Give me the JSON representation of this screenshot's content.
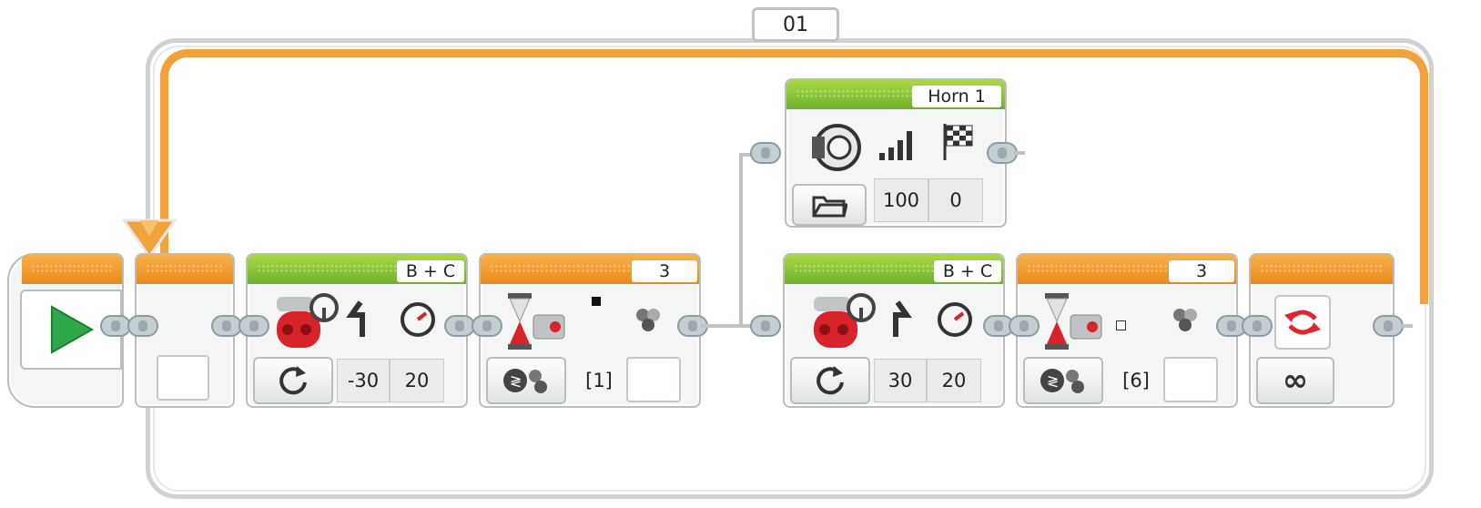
{
  "loop": {
    "name": "01",
    "count_symbol": "∞"
  },
  "start_block": {
    "icon": "play-icon"
  },
  "blocks": [
    {
      "id": "steering-1",
      "port": "B + C",
      "steering": "-30",
      "power": "20",
      "icon": "move-steering-icon"
    },
    {
      "id": "wait-1",
      "port": "3",
      "compare_value": "[1]",
      "icon": "wait-color-icon"
    },
    {
      "id": "sound",
      "file": "Horn 1",
      "volume": "100",
      "play_type": "0",
      "icon": "speaker-icon"
    },
    {
      "id": "steering-2",
      "port": "B + C",
      "steering": "30",
      "power": "20",
      "icon": "move-steering-icon"
    },
    {
      "id": "wait-2",
      "port": "3",
      "compare_value": "[6]",
      "icon": "wait-color-icon"
    }
  ]
}
